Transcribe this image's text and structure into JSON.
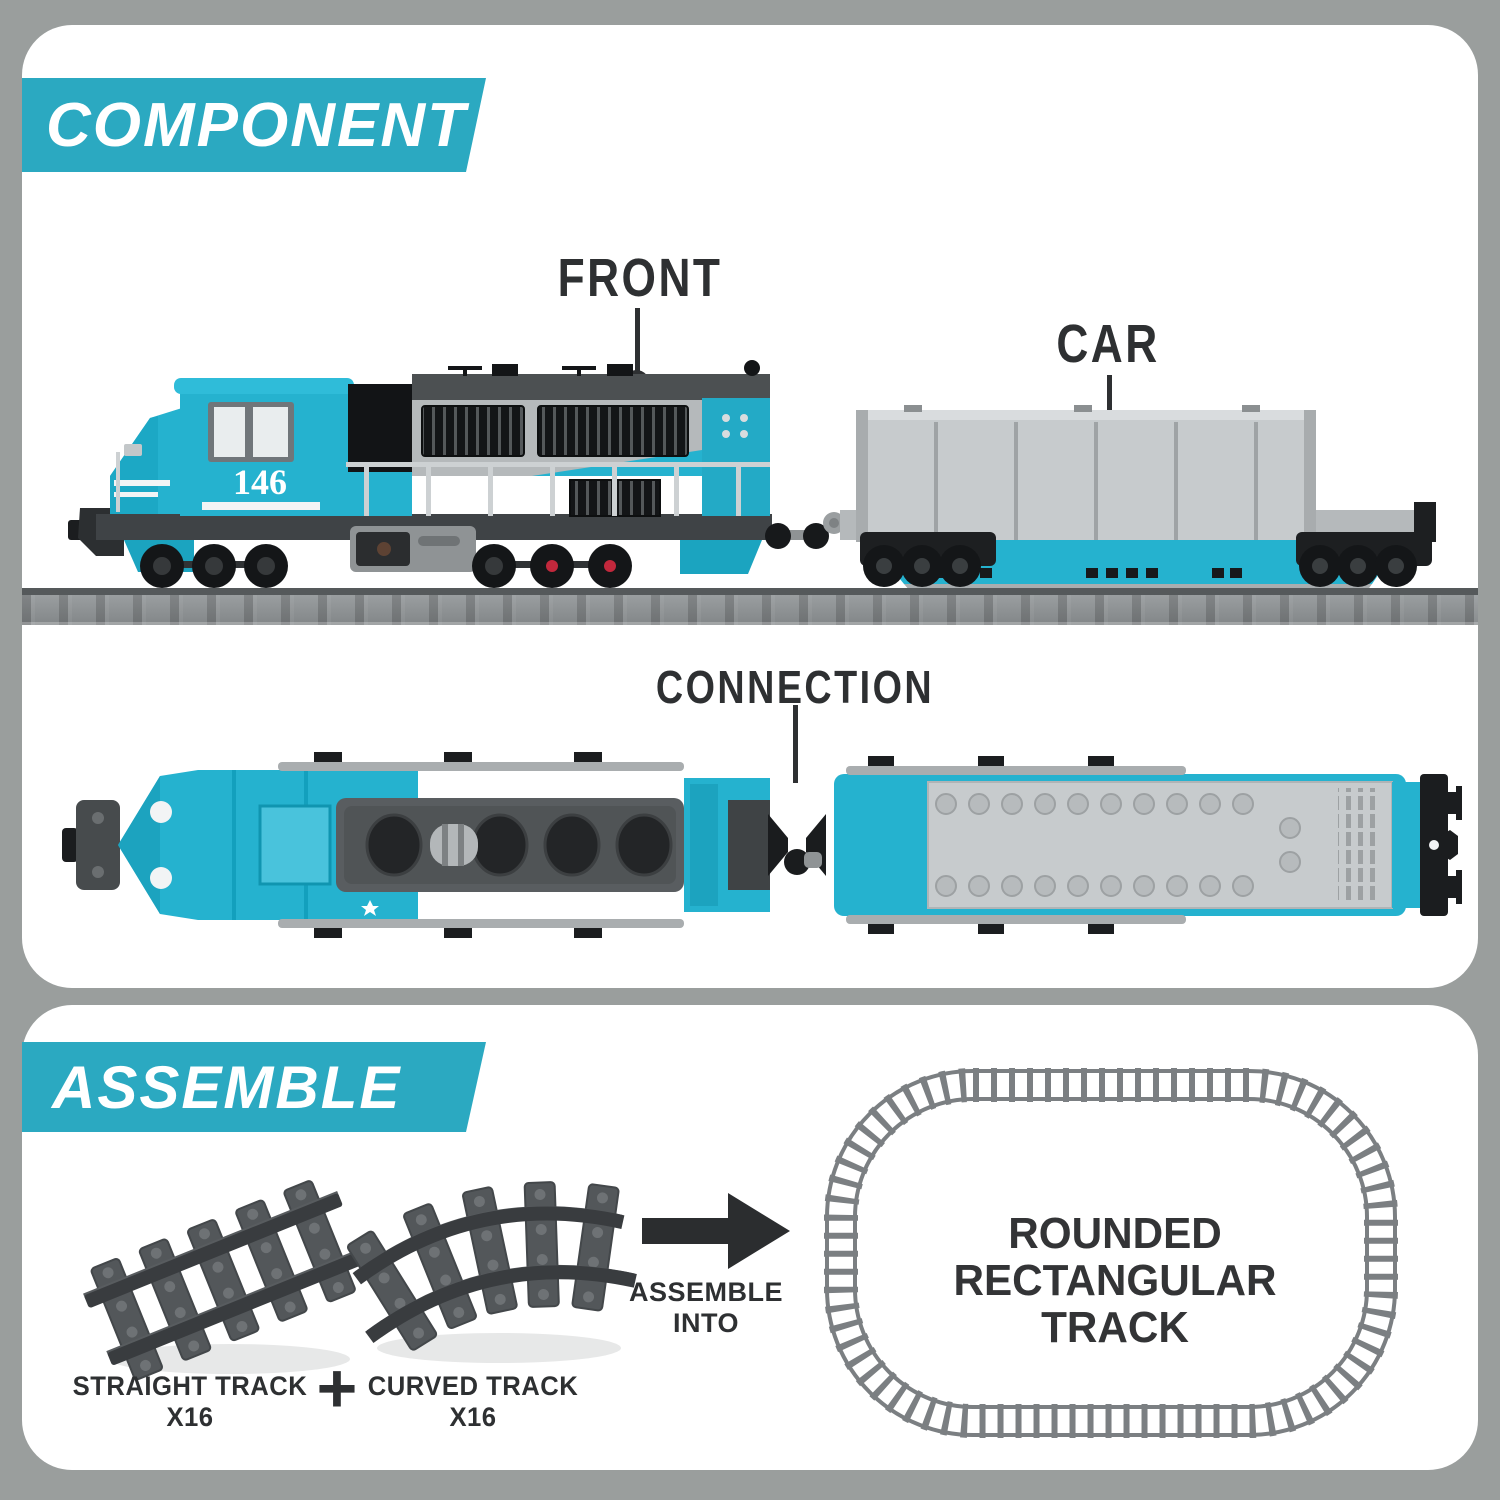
{
  "colors": {
    "page_background": "#9a9e9d",
    "card_background": "#ffffff",
    "accent_teal": "#2ba9c1",
    "train_cyan": "#25b2cf",
    "label_text": "#2e3032",
    "track_gray": "#7b7f82"
  },
  "component_section": {
    "heading": "COMPONENT",
    "front_label": "FRONT",
    "car_label": "CAR",
    "connection_label": "CONNECTION",
    "locomotive_number": "146"
  },
  "assemble_section": {
    "heading": "ASSEMBLE",
    "straight_track_label": "STRAIGHT TRACK",
    "straight_track_count": "X16",
    "plus_sign": "+",
    "curved_track_label": "CURVED TRACK",
    "curved_track_count": "X16",
    "arrow_caption_line1": "ASSEMBLE",
    "arrow_caption_line2": "INTO",
    "result_line1": "ROUNDED RECTANGULAR",
    "result_line2": "TRACK"
  }
}
